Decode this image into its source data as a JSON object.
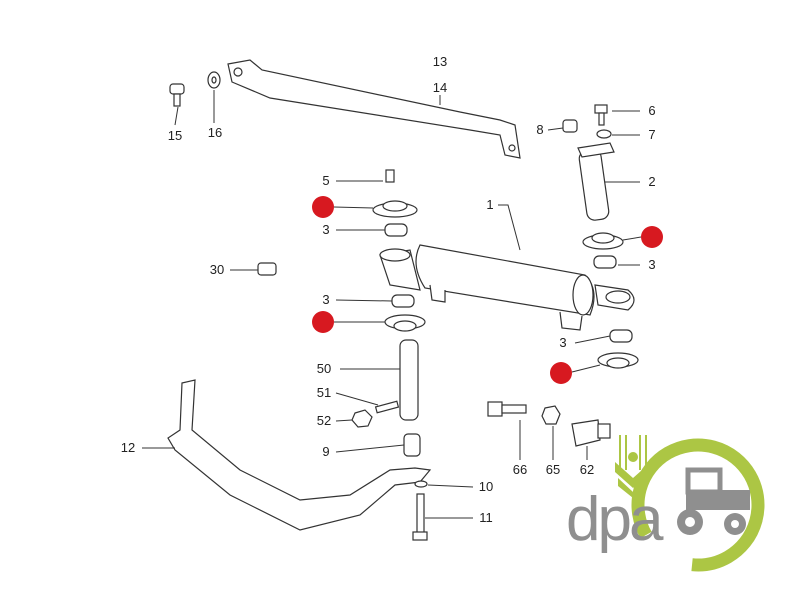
{
  "diagram": {
    "callouts": [
      "13",
      "14",
      "15",
      "16",
      "6",
      "7",
      "8",
      "2",
      "5",
      "3",
      "1",
      "3",
      "30",
      "3",
      "50",
      "3",
      "51",
      "52",
      "12",
      "9",
      "66",
      "65",
      "62",
      "10",
      "11"
    ],
    "highlight_color": "#d71920",
    "highlighted_parts_count": 4
  },
  "logo": {
    "text": "dpa",
    "colors": {
      "green": "#a8c43a",
      "grey": "#8a8a8a"
    }
  }
}
